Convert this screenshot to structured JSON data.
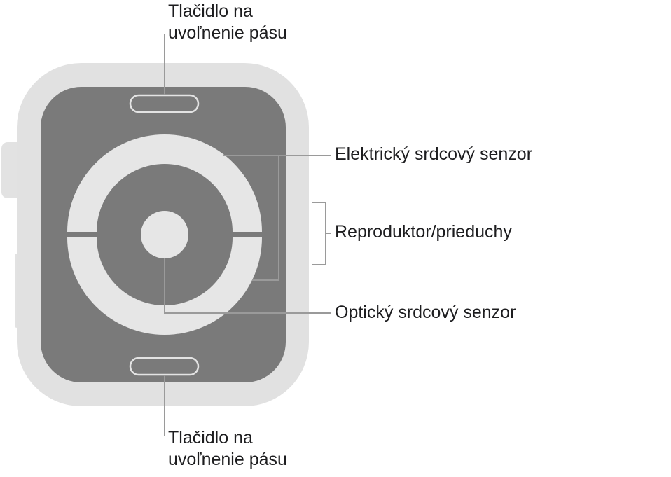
{
  "callouts": {
    "band_release_top": {
      "line1": "Tlačidlo na",
      "line2": "uvoľnenie pásu"
    },
    "electrical_heart_sensor": "Elektrický srdcový senzor",
    "speaker_vents": "Reproduktor/prieduchy",
    "optical_heart_sensor": "Optický srdcový senzor",
    "band_release_bottom": {
      "line1": "Tlačidlo na",
      "line2": "uvoľnenie pásu"
    }
  },
  "colors": {
    "case": "#e1e1e1",
    "case_edge": "#d6d6d6",
    "back_panel": "#7a7a7a",
    "sensor_parts": "#e6e6e6",
    "leader_lines": "#9a9a9a",
    "text": "#1d1d1f"
  }
}
